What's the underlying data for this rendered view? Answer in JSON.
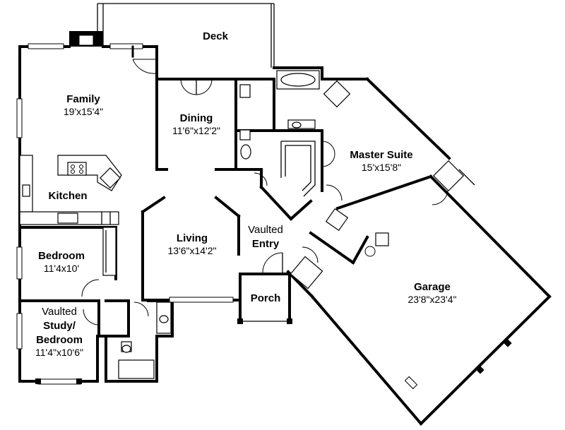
{
  "rooms": {
    "deck": {
      "name": "Deck"
    },
    "family": {
      "name": "Family",
      "dims": "19'x15'4\""
    },
    "dining": {
      "name": "Dining",
      "dims": "11'6\"x12'2\""
    },
    "master": {
      "name": "Master Suite",
      "dims": "15'x15'8\""
    },
    "kitchen": {
      "name": "Kitchen"
    },
    "living": {
      "name": "Living",
      "dims": "13'6\"x14'2\""
    },
    "entry": {
      "prefix": "Vaulted",
      "name": "Entry"
    },
    "bedroom": {
      "name": "Bedroom",
      "dims": "11'4x10'"
    },
    "study": {
      "prefix": "Vaulted",
      "name1": "Study/",
      "name2": "Bedroom",
      "dims": "11'4\"x10'6\""
    },
    "porch": {
      "name": "Porch"
    },
    "garage": {
      "name": "Garage",
      "dims": "23'8\"x23'4\""
    }
  }
}
